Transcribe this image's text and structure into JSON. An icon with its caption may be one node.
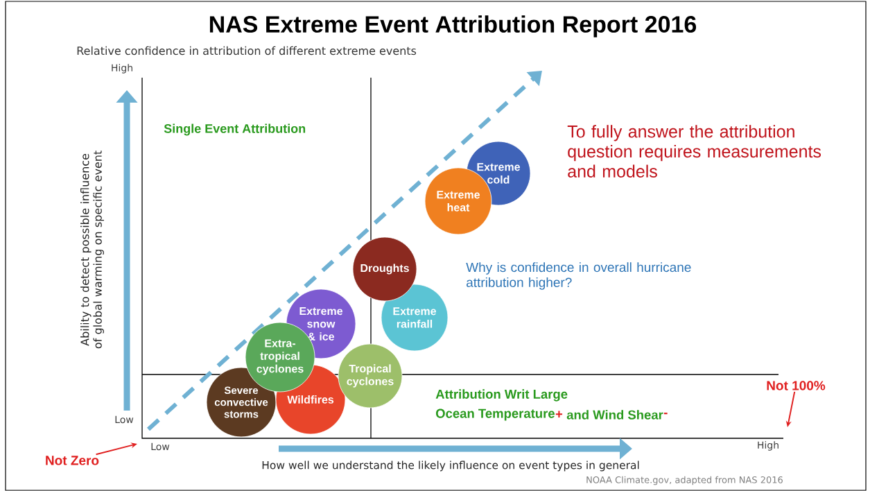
{
  "diagram": {
    "title": "NAS Extreme Event Attribution Report 2016",
    "nodes": [
      {
        "text": [
          "Extreme cold"
        ]
      },
      {
        "text": [
          "Extreme heat"
        ]
      },
      {
        "text": [
          "Droughts"
        ]
      },
      {
        "text": [
          "Extreme rainfall"
        ]
      },
      {
        "text": [
          "Extreme snow & ice"
        ]
      },
      {
        "text": [
          "Extra-tropical cyclones"
        ]
      },
      {
        "text": [
          "Tropical cyclones"
        ]
      },
      {
        "text": [
          "Severe convective storms"
        ]
      },
      {
        "text": [
          "Wildfires"
        ]
      },
      {
        "text": [
          "Not 100%"
        ]
      },
      {
        "text": [
          "Not Zero"
        ]
      }
    ],
    "edges": [
      {
        "from": 9,
        "to": null,
        "arrow": "to",
        "color": "#e02020"
      },
      {
        "from": 10,
        "to": null,
        "arrow": "to",
        "color": "#e02020"
      }
    ],
    "labels": [
      "Relative confidence in attribution of different extreme events",
      "High",
      "Single Event Attribution",
      "To fully answer the attribution question requires measurements and models",
      "Why is confidence in overall hurricane attribution higher?",
      "Ability to detect possible influence of global warming on specific event",
      "Low",
      "Attribution Writ Large",
      "Ocean Temperature",
      "+",
      "and Wind Shear",
      "-",
      "Low",
      "High",
      "How well we understand the likely influence on event types in general",
      "NOAA Climate.gov, adapted from NAS 2016"
    ]
  }
}
